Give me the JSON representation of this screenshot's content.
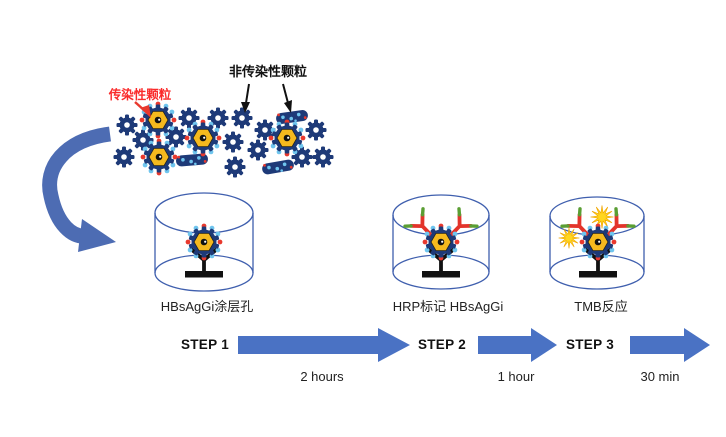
{
  "diagram": {
    "particle_legend": {
      "infectious": "传染性颗粒",
      "non_infectious": "非传染性颗粒"
    },
    "wells": [
      {
        "label": "HBsAgGi涂层孔"
      },
      {
        "label": "HRP标记 HBsAgGi"
      },
      {
        "label": "TMB反应"
      }
    ],
    "steps": [
      {
        "label": "STEP 1",
        "duration": "2 hours"
      },
      {
        "label": "STEP 2",
        "duration": "1 hour"
      },
      {
        "label": "STEP 3",
        "duration": "30 min"
      }
    ],
    "colors": {
      "arrow_blue": "#4a72c4",
      "particle_navy": "#1e3a78",
      "core_yellow": "#f5b91e",
      "fringe_blue": "#6fc5ee",
      "accent_red": "#e8392e",
      "hrp_green": "#5a9e33",
      "tmb_yellow": "#ffd61f",
      "label_red": "#fa2b2b",
      "well_outline": "#3f5fae"
    }
  }
}
